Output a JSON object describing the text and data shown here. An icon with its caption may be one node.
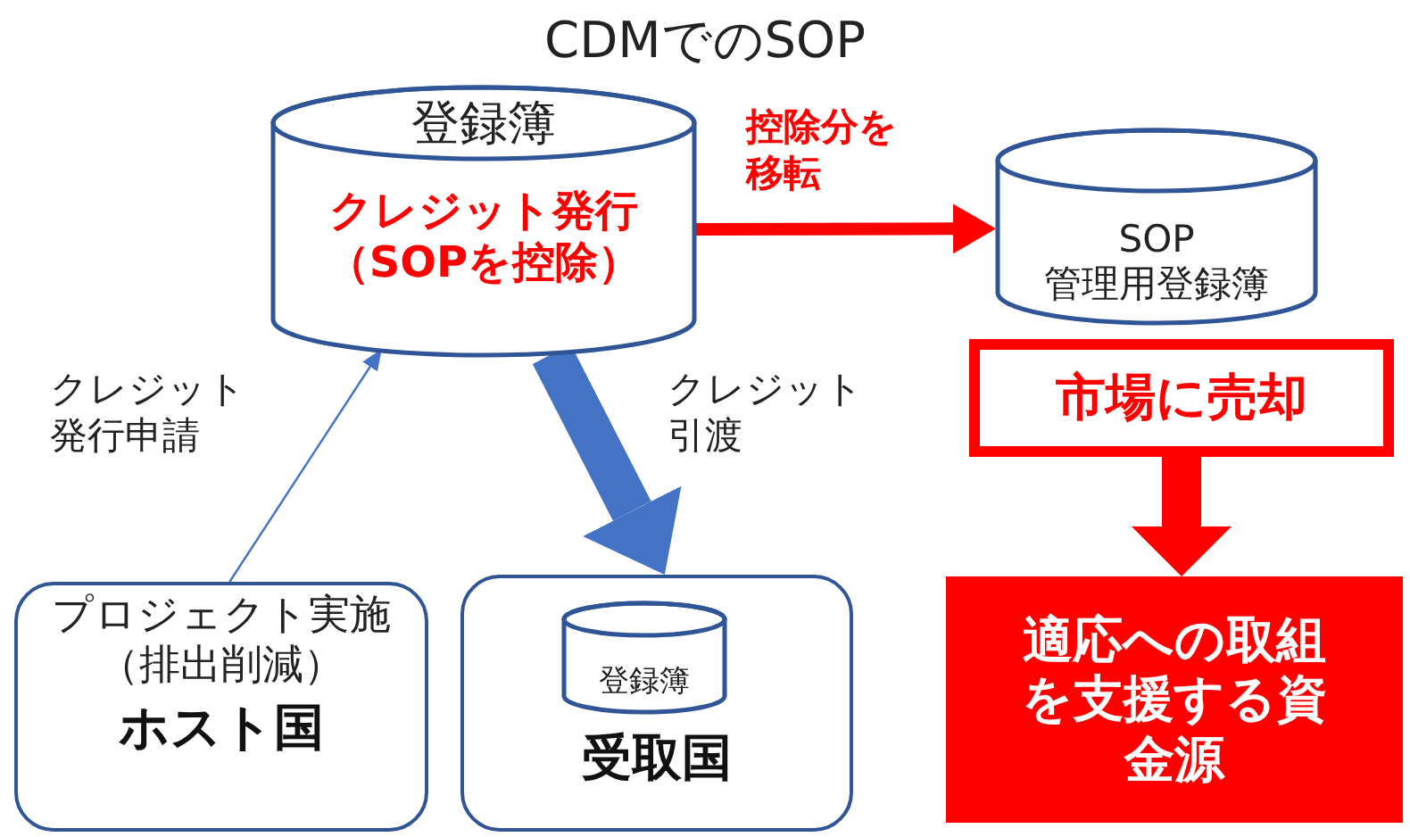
{
  "diagram": {
    "title": "CDMでのSOP",
    "nodes": [
      {
        "text": [
          "登録簿",
          "クレジット発行（SOPを控除）"
        ]
      },
      {
        "text": [
          "SOP",
          "管理用登録簿"
        ]
      },
      {
        "text": [
          "市場に売却"
        ]
      },
      {
        "text": [
          "適応への取組を支援する資金源"
        ]
      },
      {
        "text": [
          "プロジェクト実施（排出削減）",
          "ホスト国"
        ]
      },
      {
        "text": [
          "受取国"
        ]
      },
      {
        "text": [
          "登録簿"
        ],
        "in": 5
      }
    ],
    "edges": [
      {
        "from": 4,
        "to": 0,
        "arrow": "to",
        "label": "クレジット発行申請",
        "color": "#4472c4"
      },
      {
        "from": 0,
        "to": 5,
        "arrow": "to",
        "label": "クレジット引渡",
        "style": "thick",
        "color": "#4472c4"
      },
      {
        "from": 0,
        "to": 1,
        "arrow": "to",
        "label": "控除分を移転",
        "color": "#ff0000"
      },
      {
        "from": 2,
        "to": 3,
        "arrow": "to",
        "style": "thick",
        "color": "#ff0000"
      }
    ]
  }
}
